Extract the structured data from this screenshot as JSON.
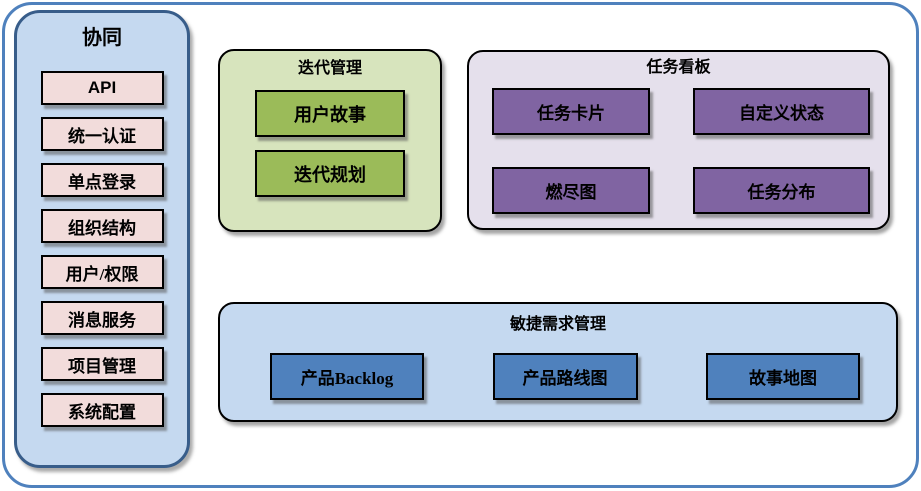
{
  "colors": {
    "frame_border": "#4f81bd",
    "sidebar_bg": "#c5d9f0",
    "sidebar_border": "#385d8a",
    "sidebar_item_bg": "#f2dcdb",
    "iteration_panel_bg": "#d7e4bd",
    "iteration_item_bg": "#9bbb59",
    "taskboard_panel_bg": "#e5e0ec",
    "taskboard_item_bg": "#8064a2",
    "requirements_panel_bg": "#c5d9f0",
    "requirements_item_bg": "#4f81bd",
    "item_border": "#000000",
    "text": "#000000"
  },
  "sidebar": {
    "title": "协同",
    "items": [
      "API",
      "统一认证",
      "单点登录",
      "组织结构",
      "用户/权限",
      "消息服务",
      "项目管理",
      "系统配置"
    ]
  },
  "panels": {
    "iteration": {
      "title": "迭代管理",
      "items": [
        "用户故事",
        "迭代规划"
      ]
    },
    "taskboard": {
      "title": "任务看板",
      "items": [
        "任务卡片",
        "自定义状态",
        "燃尽图",
        "任务分布"
      ]
    },
    "requirements": {
      "title": "敏捷需求管理",
      "items": [
        "产品Backlog",
        "产品路线图",
        "故事地图"
      ]
    }
  }
}
